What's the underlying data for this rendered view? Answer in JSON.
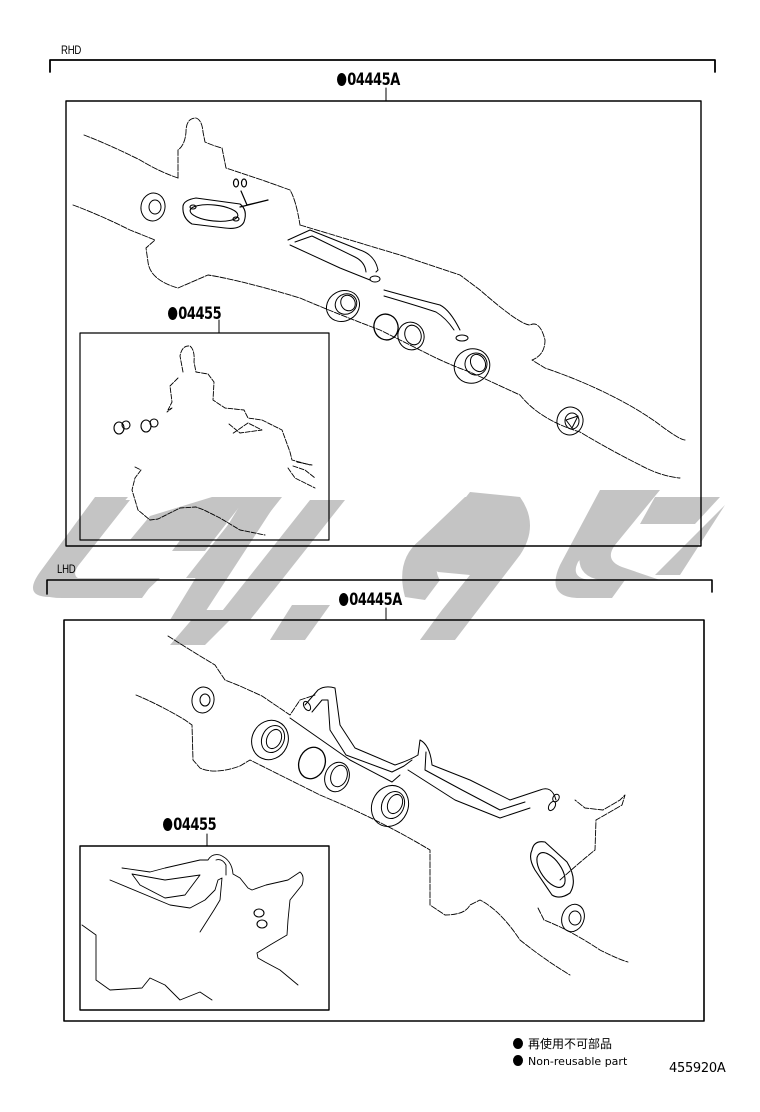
{
  "sections": [
    {
      "label": "RHD",
      "kit_callout": {
        "part_code": "04445A",
        "non_reusable": true
      },
      "inset_callout": {
        "part_code": "04455",
        "non_reusable": true
      }
    },
    {
      "label": "LHD",
      "kit_callout": {
        "part_code": "04445A",
        "non_reusable": true
      },
      "inset_callout": {
        "part_code": "04455",
        "non_reusable": true
      }
    }
  ],
  "legend": {
    "items": [
      {
        "symbol": "filled-circle",
        "text": "再使用不可部品"
      },
      {
        "symbol": "filled-circle",
        "text": "Non-reusable part"
      }
    ]
  },
  "figure_number": "455920A",
  "watermark": {
    "color": "#c4c4c4"
  },
  "colors": {
    "line": "#000000",
    "background": "#ffffff"
  }
}
